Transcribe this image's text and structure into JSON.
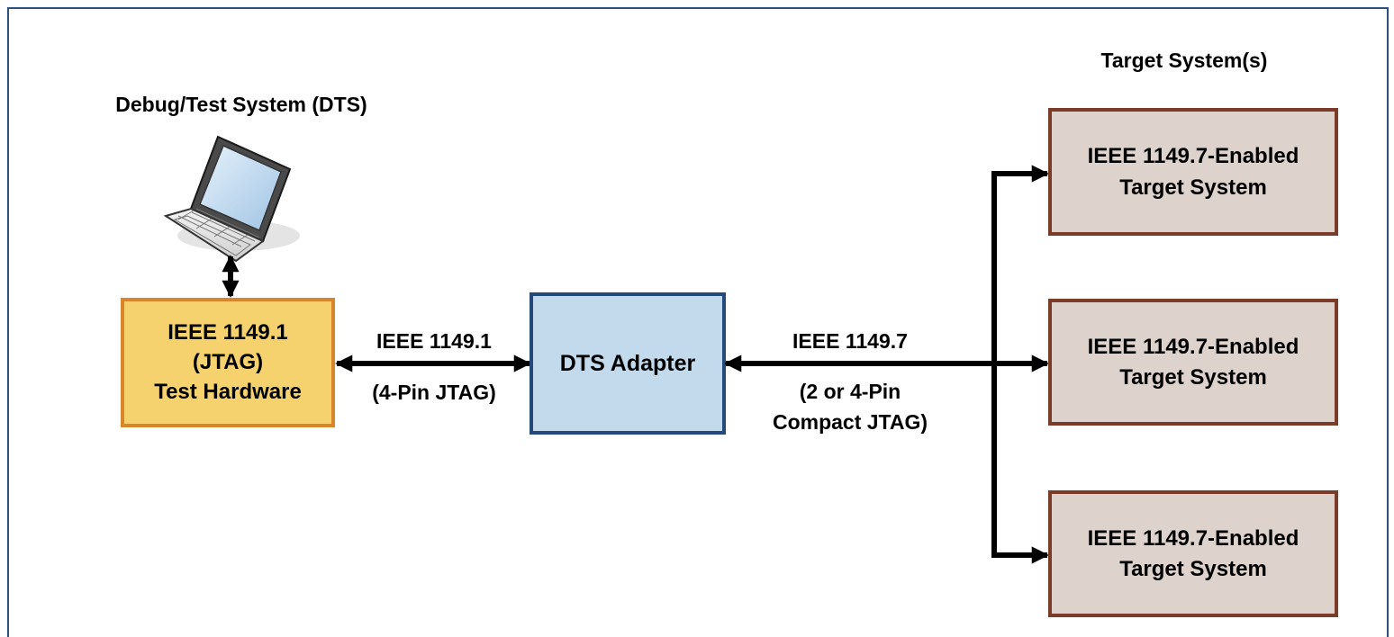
{
  "labels": {
    "dts_title": "Debug/Test System (DTS)",
    "targets_title": "Target System(s)"
  },
  "test_hardware": {
    "line1": "IEEE 1149.1",
    "line2": "(JTAG)",
    "line3": "Test Hardware"
  },
  "left_link": {
    "standard": "IEEE 1149.1",
    "pins": "(4-Pin JTAG)"
  },
  "adapter": {
    "label": "DTS Adapter"
  },
  "right_link": {
    "standard": "IEEE 1149.7",
    "pins_line1": "(2 or 4-Pin",
    "pins_line2": "Compact JTAG)"
  },
  "targets": [
    {
      "line1": "IEEE 1149.7-Enabled",
      "line2": "Target System"
    },
    {
      "line1": "IEEE 1149.7-Enabled",
      "line2": "Target System"
    },
    {
      "line1": "IEEE 1149.7-Enabled",
      "line2": "Target System"
    }
  ],
  "colors": {
    "frame": "#2f4f7f",
    "test_hardware_fill": "#f6d26e",
    "test_hardware_border": "#d9862a",
    "adapter_fill": "#c3d9ec",
    "adapter_border": "#25497a",
    "target_fill": "#ddd2cc",
    "target_border": "#7a3b28",
    "connector": "#000000"
  },
  "icons": {
    "computer": "laptop-icon"
  }
}
